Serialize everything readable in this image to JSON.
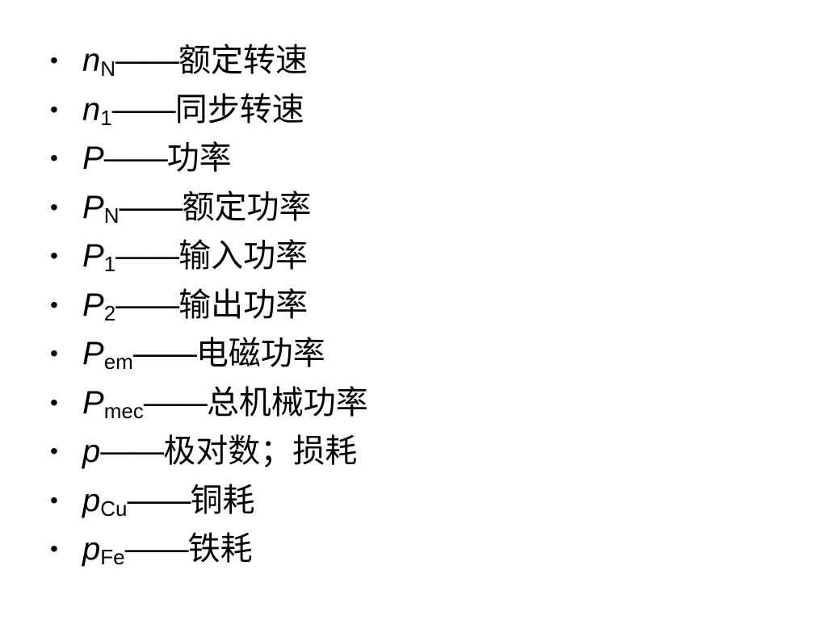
{
  "items": [
    {
      "bullet": "•",
      "symbol": "n",
      "sub": "N",
      "dash": "——",
      "desc": "额定转速"
    },
    {
      "bullet": "•",
      "symbol": "n",
      "sub": "1",
      "dash": "——",
      "desc": "同步转速"
    },
    {
      "bullet": "•",
      "symbol": "P",
      "sub": "",
      "dash": "——",
      "desc": "功率"
    },
    {
      "bullet": "•",
      "symbol": "P",
      "sub": "N",
      "dash": "——",
      "desc": "额定功率"
    },
    {
      "bullet": "•",
      "symbol": "P",
      "sub": "1",
      "dash": "——",
      "desc": "输入功率"
    },
    {
      "bullet": "•",
      "symbol": "P",
      "sub": "2",
      "dash": "——",
      "desc": "输出功率"
    },
    {
      "bullet": "•",
      "symbol": "P",
      "sub": "em",
      "dash": "——",
      "desc": "电磁功率"
    },
    {
      "bullet": "•",
      "symbol": "P",
      "sub": "mec",
      "dash": "——",
      "desc": "总机械功率"
    },
    {
      "bullet": "•",
      "symbol": "p",
      "sub": "",
      "dash": "——",
      "desc": "极对数；损耗"
    },
    {
      "bullet": "•",
      "symbol": "p",
      "sub": "Cu",
      "dash": "——",
      "desc": "铜耗"
    },
    {
      "bullet": "•",
      "symbol": "p",
      "sub": "Fe",
      "dash": "——",
      "desc": "铁耗"
    }
  ]
}
